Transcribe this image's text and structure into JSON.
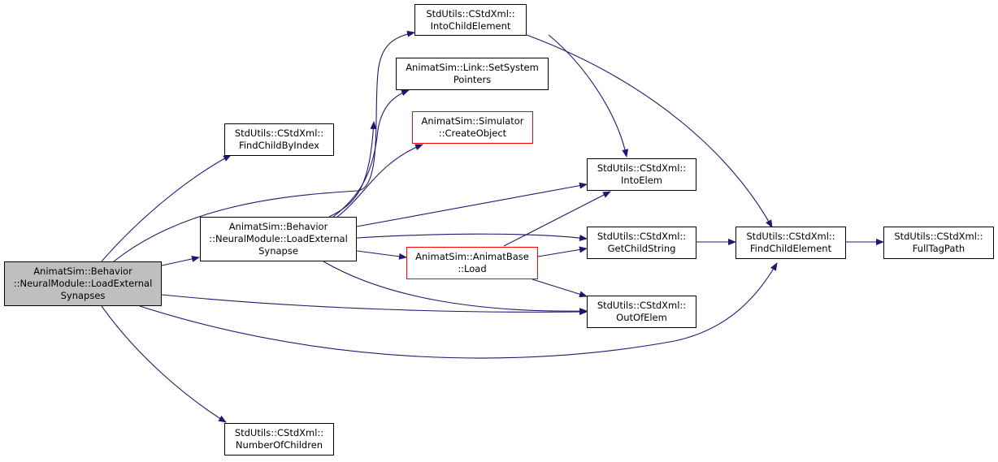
{
  "colors": {
    "edge": "#191970",
    "root_fill": "#bfbfbf",
    "node_border": "#000000",
    "highlight_border": "#ff0000"
  },
  "nodes": {
    "root": "AnimatSim::Behavior\n::NeuralModule::LoadExternal\nSynapses",
    "find_child_by_index": "StdUtils::CStdXml::\nFindChildByIndex",
    "number_of_children": "StdUtils::CStdXml::\nNumberOfChildren",
    "load_external_synapse": "AnimatSim::Behavior\n::NeuralModule::LoadExternal\nSynapse",
    "into_child_element": "StdUtils::CStdXml::\nIntoChildElement",
    "set_system_pointers": "AnimatSim::Link::SetSystem\nPointers",
    "create_object": "AnimatSim::Simulator\n::CreateObject",
    "animat_base_load": "AnimatSim::AnimatBase\n::Load",
    "into_elem": "StdUtils::CStdXml::\nIntoElem",
    "get_child_string": "StdUtils::CStdXml::\nGetChildString",
    "out_of_elem": "StdUtils::CStdXml::\nOutOfElem",
    "find_child_element": "StdUtils::CStdXml::\nFindChildElement",
    "full_tag_path": "StdUtils::CStdXml::\nFullTagPath"
  }
}
